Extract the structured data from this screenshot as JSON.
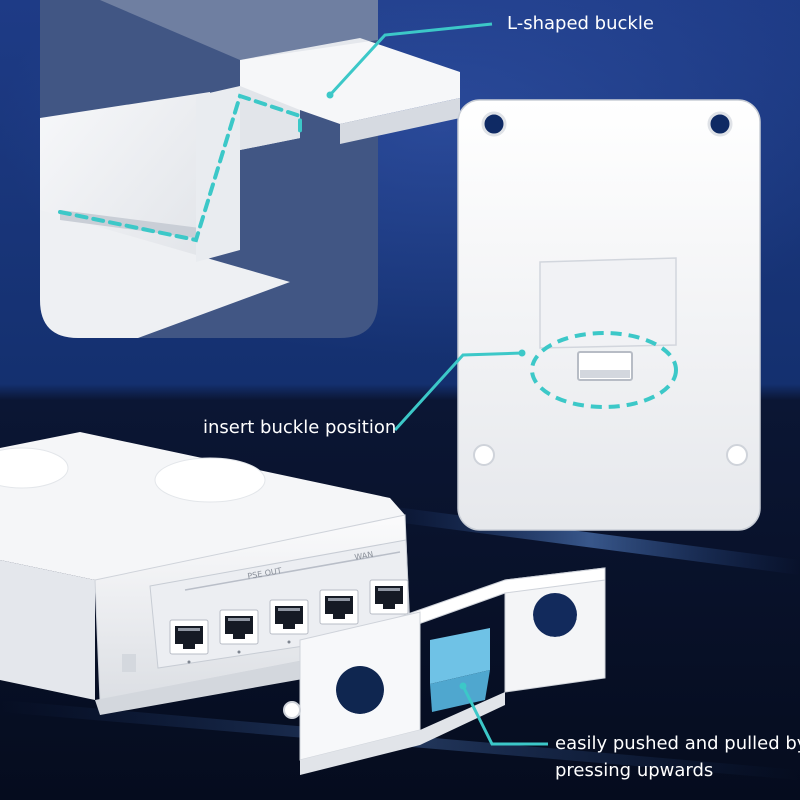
{
  "callouts": {
    "l_shaped_buckle": "L-shaped buckle",
    "insert_buckle_position": "insert buckle position",
    "push_pull_line1": "easily pushed and pulled by",
    "push_pull_line2": "pressing upwards"
  },
  "switch": {
    "port_label": "PSE OUT",
    "port_label_right": "WAN",
    "port_count": 5
  },
  "colors": {
    "accent": "#3cc8c8",
    "background_top": "#1e3b86",
    "background_bottom": "#050c1e",
    "device_white": "#f3f4f6",
    "slider_blue": "#6fc2e6"
  }
}
